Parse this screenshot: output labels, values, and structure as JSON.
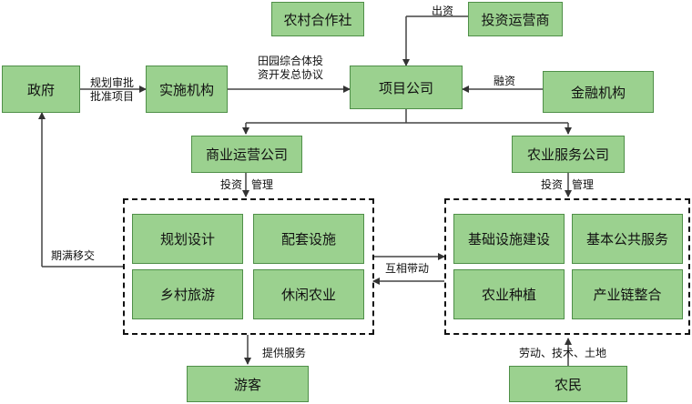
{
  "nodes": {
    "village_coop": "农村合作社",
    "investor_operator": "投资运营商",
    "government": "政府",
    "implementing_agency": "实施机构",
    "project_company": "项目公司",
    "financial_institution": "金融机构",
    "commercial_company": "商业运营公司",
    "agri_service_company": "农业服务公司",
    "planning_design": "规划设计",
    "supporting_facilities": "配套设施",
    "rural_tourism": "乡村旅游",
    "leisure_agriculture": "休闲农业",
    "infrastructure": "基础设施建设",
    "public_services": "基本公共服务",
    "agri_planting": "农业种植",
    "industry_chain": "产业链整合",
    "tourists": "游客",
    "farmers": "农民"
  },
  "edge_labels": {
    "investment_out": "出资",
    "approval_line1": "规划审批",
    "approval_line2": "批准项目",
    "agreement_line1": "田园综合体投",
    "agreement_line2": "资开发总协议",
    "financing": "融资",
    "invest_left": "投资",
    "manage_left": "管理",
    "invest_right": "投资",
    "manage_right": "管理",
    "handover": "期满移交",
    "mutual_drive": "互相带动",
    "provide_service": "提供服务",
    "farmer_inputs": "劳动、技术、土地"
  }
}
